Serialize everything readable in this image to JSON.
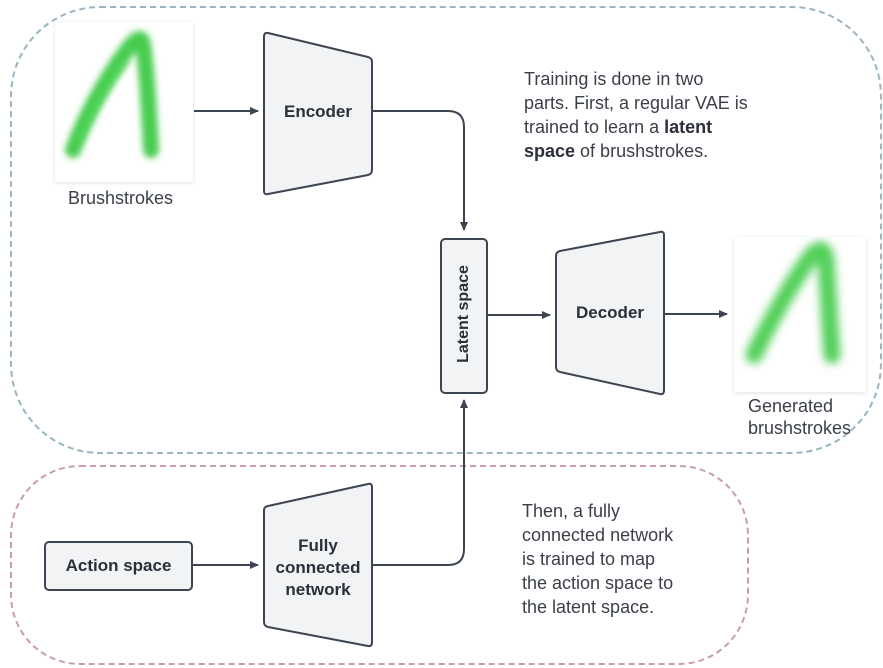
{
  "colors": {
    "top_region_border": "#9bb5c3",
    "bottom_region_border": "#c79bb3",
    "shape_fill": "#f2f3f5",
    "shape_stroke": "#3d4452",
    "stroke_green": "#2ec33a"
  },
  "nodes": {
    "encoder": "Encoder",
    "decoder": "Decoder",
    "latent_space": "Latent space",
    "action_space": "Action space",
    "fully_connected_line1": "Fully",
    "fully_connected_line2": "connected",
    "fully_connected_line3": "network"
  },
  "captions": {
    "brushstrokes": "Brushstrokes",
    "generated_line1": "Generated",
    "generated_line2": "brushstrokes"
  },
  "notes": {
    "training_line1": "Training is done in two",
    "training_line2": "parts. First, a regular VAE is",
    "training_line3_pre": "trained to learn a ",
    "training_line3_bold": "latent",
    "training_line4_bold": "space",
    "training_line4_post": " of brushstrokes.",
    "then_line1": "Then, a fully",
    "then_line2": "connected network",
    "then_line3": "is trained to map",
    "then_line4": "the action space to",
    "then_line5": "the latent space."
  }
}
